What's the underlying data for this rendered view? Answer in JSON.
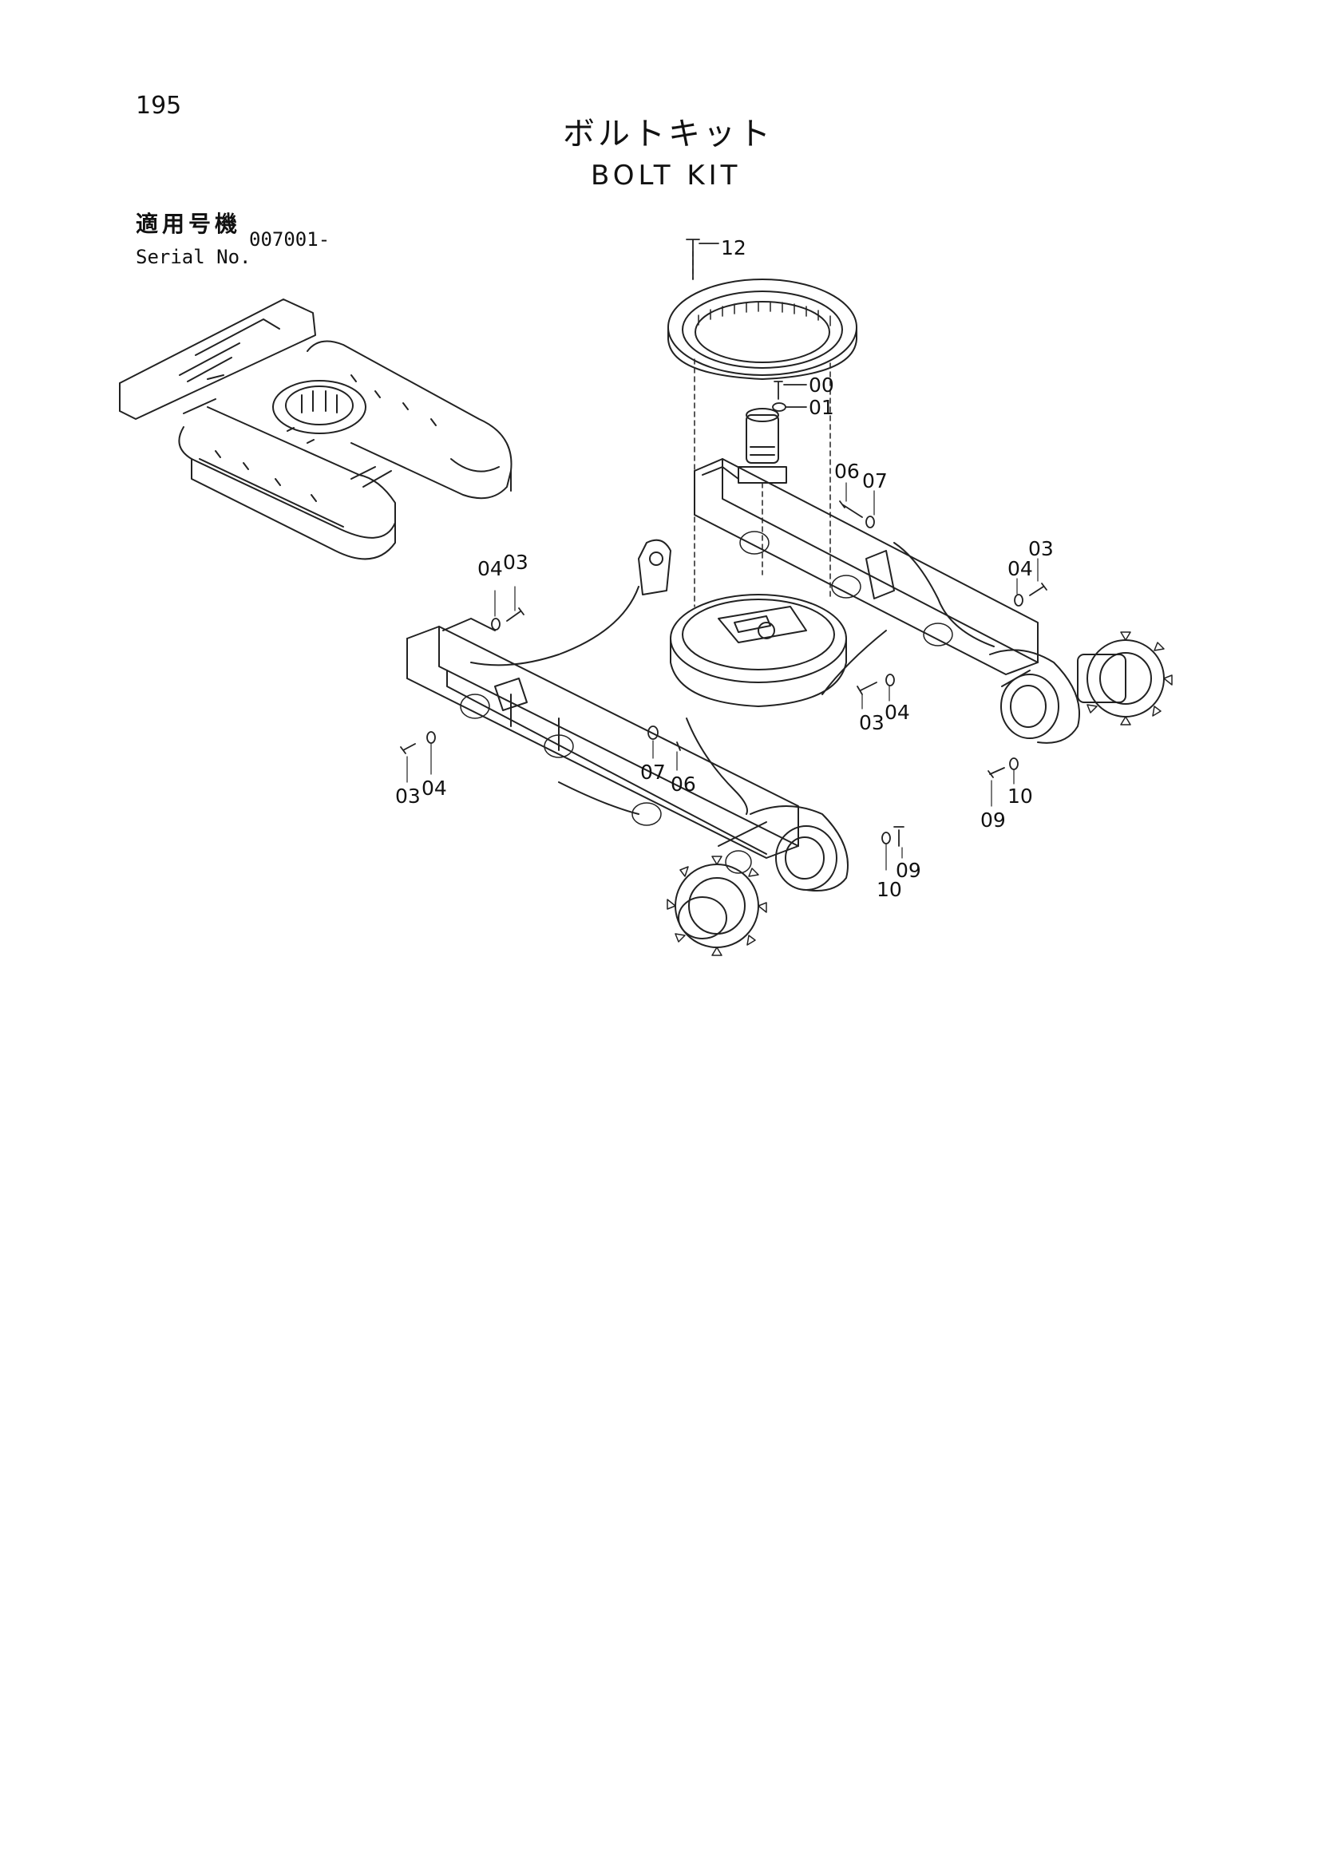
{
  "page": {
    "number": "195"
  },
  "title": {
    "japanese": "ボルトキット",
    "english": "BOLT KIT"
  },
  "serial": {
    "label_jp": "適用号機",
    "label_en": "Serial No.",
    "value": "007001-"
  },
  "callouts": {
    "c12": "12",
    "c00": "00",
    "c01": "01",
    "c06a": "06",
    "c07a": "07",
    "c04a": "04",
    "c03a": "03",
    "c03b": "03",
    "c04b": "04",
    "c03c": "03",
    "c04c": "04",
    "c07b": "07",
    "c06b": "06",
    "c03d": "03",
    "c04d": "04",
    "c09a": "09",
    "c10a": "10",
    "c10b": "10",
    "c09b": "09"
  }
}
